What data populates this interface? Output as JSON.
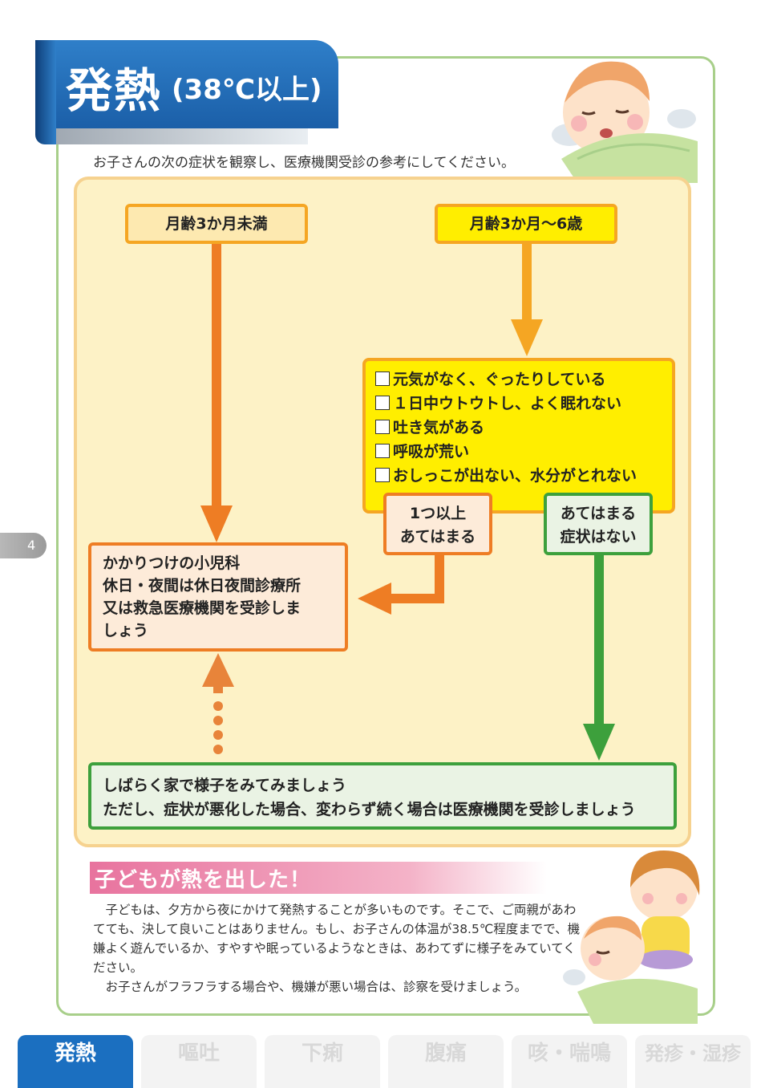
{
  "header": {
    "title": "発熱",
    "subtitle": "(38℃以上)",
    "intro": "お子さんの次の症状を観察し、医療機関受診の参考にしてください。"
  },
  "flow": {
    "age_young": "月齢3か月未満",
    "age_old": "月齢3か月～6歳",
    "symptoms": [
      "元気がなく、ぐったりしている",
      "１日中ウトウトし、よく眠れない",
      "吐き気がある",
      "呼吸が荒い",
      "おしっこが出ない、水分がとれない"
    ],
    "yes_line1": "1つ以上",
    "yes_line2": "あてはまる",
    "no_line1": "あてはまる",
    "no_line2": "症状はない",
    "doctor_lines": [
      "かかりつけの小児科",
      "休日・夜間は休日夜間診療所",
      "又は救急医療機関を受診しま",
      "しょう"
    ],
    "home_lines": [
      "しばらく家で様子をみてみましょう",
      "ただし、症状が悪化した場合、変わらず続く場合は医療機関を受診しましょう"
    ]
  },
  "feature": {
    "title": "子どもが熱を出した！",
    "paragraphs": [
      "　子どもは、夕方から夜にかけて発熱することが多いものです。そこで、ご両親があわてても、決して良いことはありません。もし、お子さんの体温が38.5℃程度までで、機嫌よく遊んでいるか、すやすや眠っているようなときは、あわてずに様子をみていてください。",
      "　お子さんがフラフラする場合や、機嫌が悪い場合は、診察を受けましょう。"
    ]
  },
  "page_number": "4",
  "tabs": [
    {
      "label": "発熱",
      "active": true
    },
    {
      "label": "嘔吐",
      "active": false
    },
    {
      "label": "下痢",
      "active": false
    },
    {
      "label": "腹痛",
      "active": false
    },
    {
      "label": "咳・喘鳴",
      "active": false
    },
    {
      "label": "発疹・湿疹",
      "active": false
    }
  ],
  "colors": {
    "title_blue": "#1b5fa8",
    "frame_green": "#a8cf8a",
    "arrow_orange": "#ee7d24",
    "arrow_yellow": "#f5a623",
    "arrow_green": "#3da03c",
    "feature_pink": "#e8739e"
  }
}
